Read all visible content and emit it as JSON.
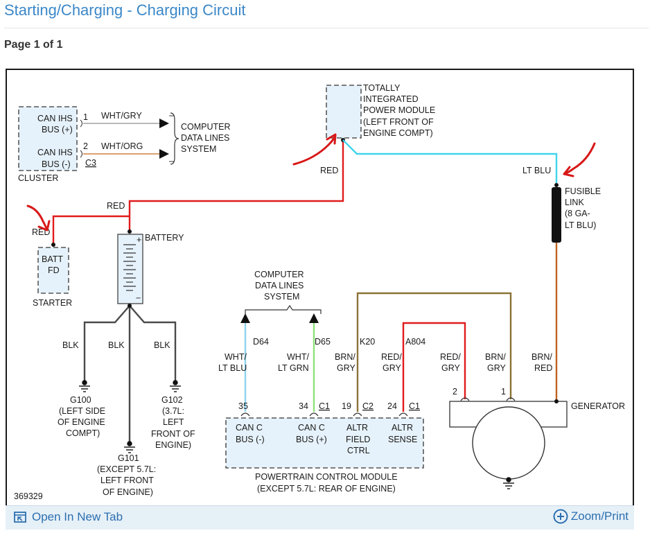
{
  "page": {
    "title": "Starting/Charging - Charging Circuit",
    "page_info": "Page 1 of 1"
  },
  "diagram": {
    "id": "369329",
    "cluster": {
      "name": "CLUSTER",
      "can_ihs_pos_line1": "CAN IHS",
      "can_ihs_pos_line2": "BUS (+)",
      "can_ihs_neg_line1": "CAN IHS",
      "can_ihs_neg_line2": "BUS (-)",
      "pin1": "1",
      "pin2": "2",
      "connector": "C3",
      "wire1": "WHT/GRY",
      "wire2": "WHT/ORG"
    },
    "computer_data_lines_top": [
      "COMPUTER",
      "DATA LINES",
      "SYSTEM"
    ],
    "tipm": [
      "TOTALLY",
      "INTEGRATED",
      "POWER MODULE",
      "(LEFT FRONT OF",
      "ENGINE COMPT)"
    ],
    "fusible_link": [
      "FUSIBLE",
      "LINK",
      "(8 GA-",
      "LT BLU)"
    ],
    "wire_labels": {
      "red_tipm": "RED",
      "lt_blu": "LT BLU",
      "red_battery": "RED",
      "red_starter": "RED"
    },
    "starter": {
      "batt_line1": "BATT",
      "batt_line2": "FD",
      "name": "STARTER"
    },
    "battery": {
      "name": "BATTERY",
      "plus": "+",
      "minus": "−"
    },
    "grounds": {
      "blk_left": "BLK",
      "blk_mid": "BLK",
      "blk_right": "BLK",
      "g100": [
        "G100",
        "(LEFT SIDE",
        "OF ENGINE",
        "COMPT)"
      ],
      "g101": [
        "G101",
        "(EXCEPT 5.7L:",
        "LEFT FRONT",
        "OF ENGINE)"
      ],
      "g102": [
        "G102",
        "(3.7L:",
        "LEFT",
        "FRONT OF",
        "ENGINE)"
      ]
    },
    "computer_data_lines_bottom": [
      "COMPUTER",
      "DATA LINES",
      "SYSTEM"
    ],
    "pcm": {
      "circuits": [
        "D64",
        "D65",
        "K20",
        "A804"
      ],
      "wire_d64": [
        "WHT/",
        "LT BLU"
      ],
      "wire_d65": [
        "WHT/",
        "LT GRN"
      ],
      "wire_k20": [
        "BRN/",
        "GRY"
      ],
      "wire_a804": [
        "RED/",
        "GRY"
      ],
      "pin35": "35",
      "pin34": "34",
      "pin19": "19",
      "pin24": "24",
      "c1_a": "C1",
      "c2": "C2",
      "c1_b": "C1",
      "can_c_neg": [
        "CAN C",
        "BUS (-)"
      ],
      "can_c_pos": [
        "CAN C",
        "BUS (+)"
      ],
      "altr_field": [
        "ALTR",
        "FIELD",
        "CTRL"
      ],
      "altr_sense": [
        "ALTR",
        "SENSE"
      ],
      "name_line1": "POWERTRAIN CONTROL MODULE",
      "name_line2": "(EXCEPT 5.7L: REAR OF ENGINE)"
    },
    "generator": {
      "name": "GENERATOR",
      "wire_red_gry": [
        "RED/",
        "GRY"
      ],
      "wire_brn_gry": [
        "BRN/",
        "GRY"
      ],
      "wire_brn_red": [
        "BRN/",
        "RED"
      ],
      "pin2": "2",
      "pin1": "1"
    },
    "colors": {
      "red": "#e01b1b",
      "lt_blue": "#40d4ec",
      "brown": "#c0621e",
      "olive": "#8a7336",
      "green": "#8fe07a",
      "light_blue_wire": "#8fd4f0",
      "module_fill": "#e6f2fb",
      "ground": "#4a4a4a",
      "annotation_arrow": "#d81818"
    }
  },
  "footer": {
    "open_tab": "Open In New Tab",
    "zoom_print": "Zoom/Print"
  }
}
